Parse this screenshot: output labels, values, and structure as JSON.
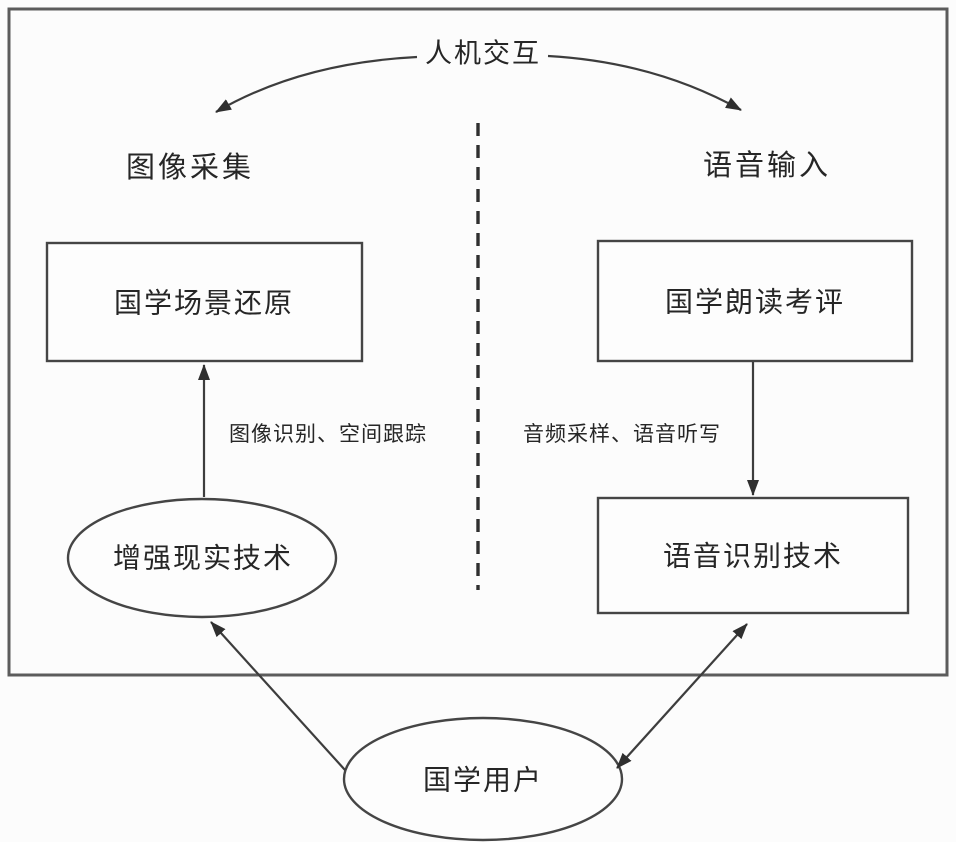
{
  "colors": {
    "line": "#3d3d3d",
    "box_border": "#454545",
    "frame_border": "#5c5c5c",
    "text": "#262626",
    "background": "#fcfcfc"
  },
  "diagram": {
    "title": "人机交互",
    "left_section": {
      "label": "图像采集",
      "box": "国学场景还原",
      "edge_label": "图像识别、空间跟踪",
      "ellipse": "增强现实技术"
    },
    "right_section": {
      "label": "语音输入",
      "box": "国学朗读考评",
      "edge_label": "音频采样、语音听写",
      "tech_box": "语音识别技术"
    },
    "user_ellipse": "国学用户"
  }
}
